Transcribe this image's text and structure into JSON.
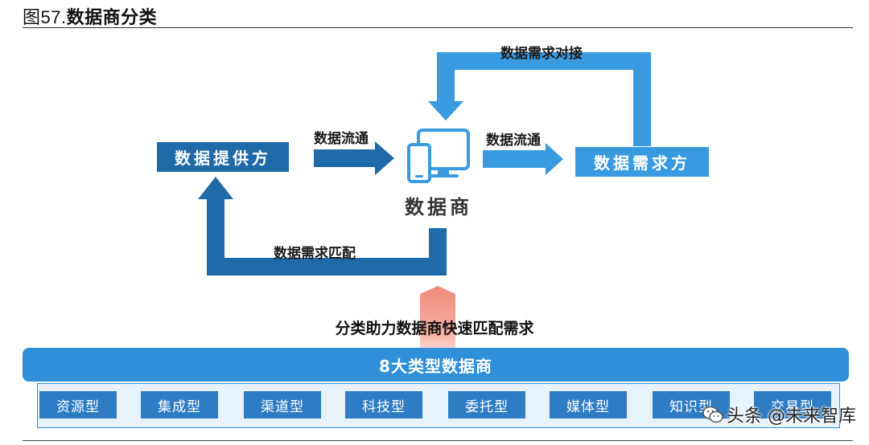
{
  "figure": {
    "number": "图57.",
    "title": "数据商分类"
  },
  "nodes": {
    "provider": "数据提供方",
    "demander": "数据需求方",
    "broker": "数据商"
  },
  "edges": {
    "flow_left": "数据流通",
    "flow_right": "数据流通",
    "top_loop": "数据需求对接",
    "bottom_loop": "数据需求匹配"
  },
  "banner_text": "分类助力数据商快速匹配需求",
  "type_bar": {
    "title": "8大类型数据商"
  },
  "types": [
    "资源型",
    "集成型",
    "渠道型",
    "科技型",
    "委托型",
    "媒体型",
    "知识型",
    "交易型"
  ],
  "watermark": {
    "logo_icon": "wechat-icon",
    "text": "头条 @未来智库"
  },
  "colors": {
    "dark_blue": "#1f6aa8",
    "mid_blue": "#2e7cc4",
    "light_blue": "#3a9ae0",
    "glow": "#f08a7a"
  }
}
